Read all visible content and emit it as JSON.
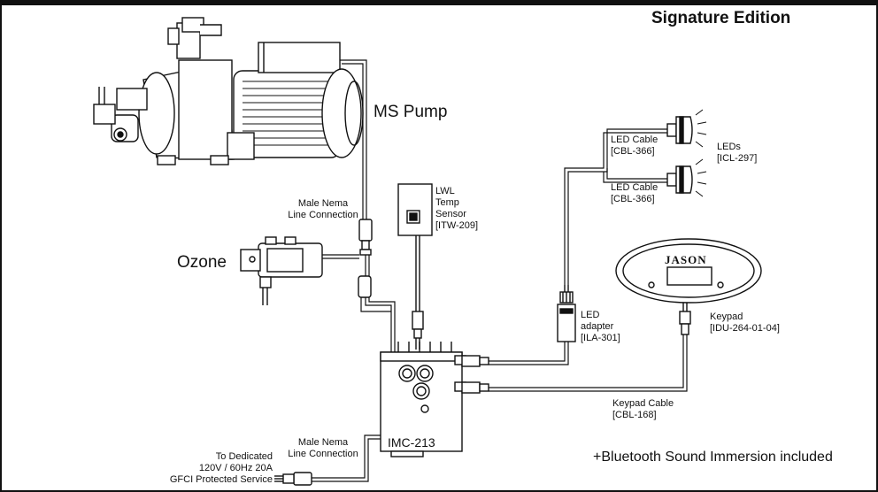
{
  "header": {
    "edition": "Signature Edition"
  },
  "components": {
    "pump": {
      "name": "MS Pump"
    },
    "ozone": {
      "name": "Ozone"
    },
    "nema_top": {
      "line1": "Male Nema",
      "line2": "Line Connection"
    },
    "lwl_sensor": {
      "line1": "LWL",
      "line2": "Temp",
      "line3": "Sensor",
      "part": "[ITW-209]"
    },
    "led_cable_1": {
      "name": "LED Cable",
      "part": "[CBL-366]"
    },
    "led_cable_2": {
      "name": "LED Cable",
      "part": "[CBL-366]"
    },
    "leds": {
      "name": "LEDs",
      "part": "[ICL-297]"
    },
    "keypad_brand": {
      "text": "JASON"
    },
    "led_adapter": {
      "line1": "LED",
      "line2": "adapter",
      "part": "[ILA-301]"
    },
    "keypad": {
      "name": "Keypad",
      "part": "[IDU-264-01-04]"
    },
    "keypad_cable": {
      "name": "Keypad Cable",
      "part": "[CBL-168]"
    },
    "controller": {
      "name": "IMC-213"
    },
    "nema_bottom": {
      "line1": "Male Nema",
      "line2": "Line Connection"
    },
    "service": {
      "line1": "To Dedicated",
      "line2": "120V / 60Hz 20A",
      "line3": "GFCI Protected Service"
    }
  },
  "footer": {
    "bluetooth": "+Bluetooth Sound Immersion included"
  }
}
